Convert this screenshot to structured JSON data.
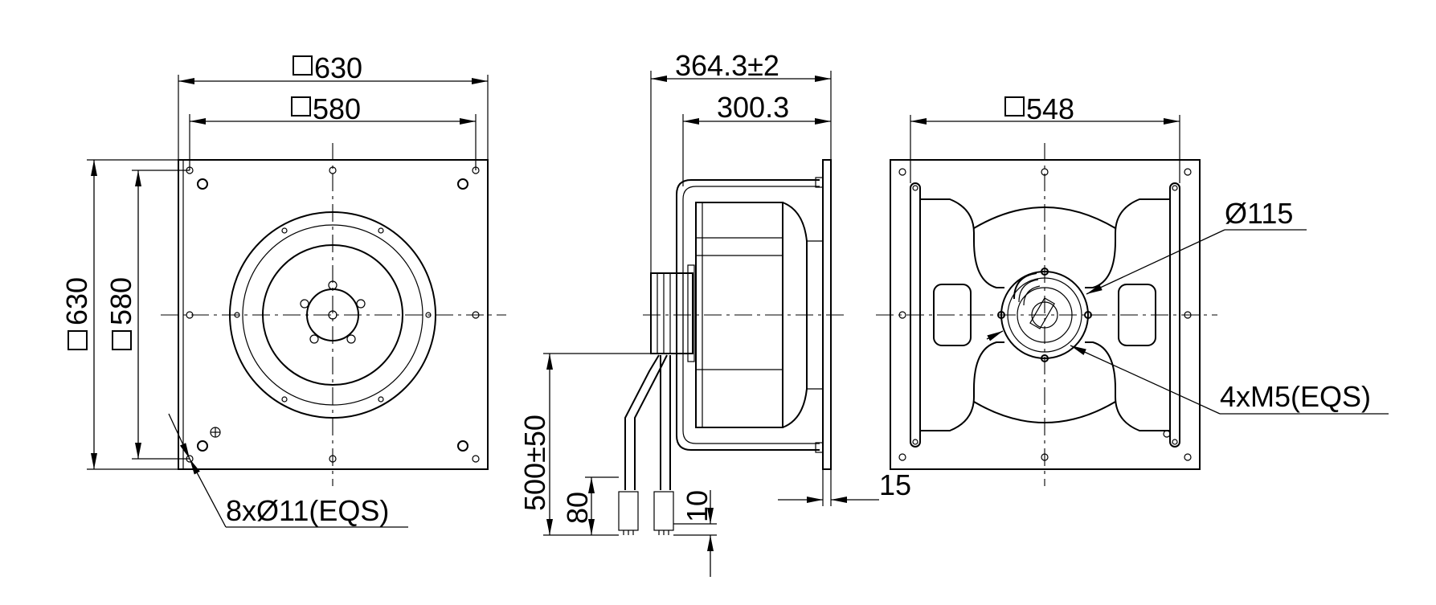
{
  "dimensions": {
    "front_outer": "630",
    "front_inner": "580",
    "front_outer_vertical": "630",
    "front_inner_vertical": "580",
    "holes": "8xØ11(EQS)",
    "side_total_depth": "364.3±2",
    "side_depth": "300.3",
    "cable_length": "500±50",
    "cable_strip_80": "80",
    "cable_strip_10": "10",
    "flange_thickness": "15",
    "rear_width": "548",
    "hub_diameter": "Ø115",
    "threads": "4xM5(EQS)"
  }
}
